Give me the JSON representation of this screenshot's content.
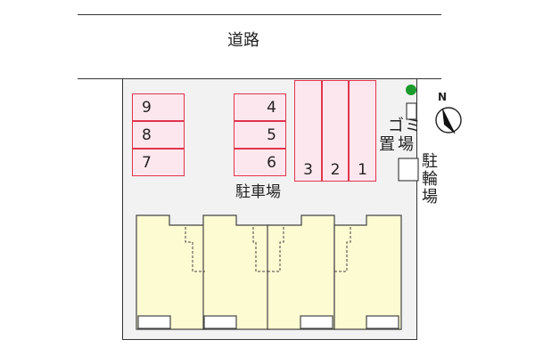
{
  "road": {
    "label": "道路"
  },
  "parking": {
    "label": "駐車場",
    "left_stalls": [
      "9",
      "8",
      "7"
    ],
    "right_stalls": [
      "4",
      "5",
      "6"
    ],
    "vertical_stalls": [
      "3",
      "2",
      "1"
    ]
  },
  "garbage": {
    "label_chars": [
      "ゴ",
      "ミ",
      "置",
      "場"
    ]
  },
  "bicycle": {
    "label_chars": [
      "駐",
      "輪",
      "場"
    ]
  },
  "compass": {
    "letter": "N"
  },
  "colors": {
    "stall_fill": "#fde7ee",
    "stall_border": "#e0344d",
    "building_fill": "#fdfbd2",
    "site_fill": "#f2f2f2",
    "tree": "#1a9a2a"
  },
  "building": {
    "units": 4
  }
}
